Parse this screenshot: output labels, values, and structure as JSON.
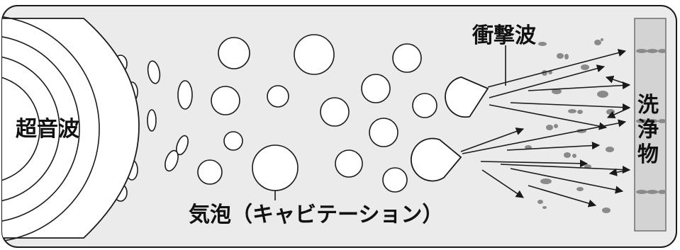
{
  "labels": {
    "ultrasound": "超音波",
    "shockwave": "衝撃波",
    "bubbles": "気泡（キャビテーション）",
    "object_chars": [
      "洗",
      "浄",
      "物"
    ]
  },
  "colors": {
    "background": "#ebebeb",
    "stroke": "#1a1a1a",
    "object": "#d3d3d3",
    "particle": "#8a8a8a",
    "white": "#ffffff"
  }
}
